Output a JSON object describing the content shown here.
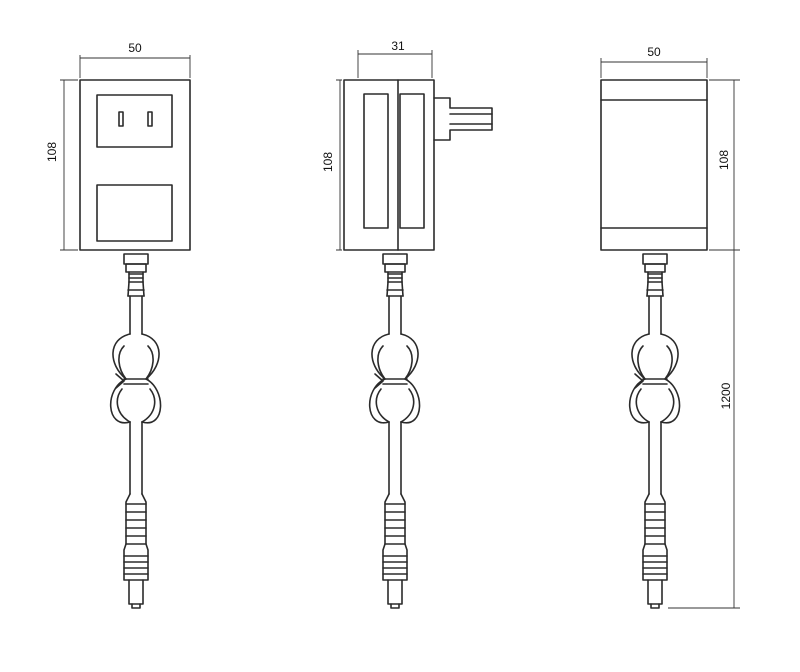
{
  "front_view": {
    "width_label": "50",
    "height_label": "108"
  },
  "side_view": {
    "depth_label": "31",
    "height_label": "108"
  },
  "back_view": {
    "width_label": "50",
    "height_label": "108",
    "cable_length_label": "1200"
  },
  "colors": {
    "line": "#2b2b2b",
    "background": "#ffffff"
  }
}
